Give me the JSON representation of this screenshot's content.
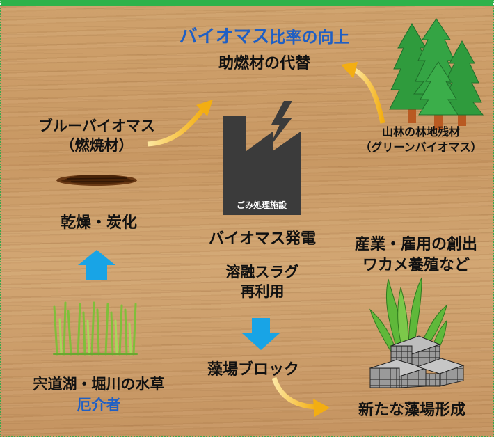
{
  "top": {
    "biomass_ratio_highlight": "バイオマス",
    "biomass_ratio_rest": "比率の向上",
    "coal_substitute": "助燃材の代替"
  },
  "blue_biomass": {
    "line1": "ブルーバイオマス",
    "line2": "（燃焼材）"
  },
  "drying": "乾燥・炭化",
  "waterweed": {
    "line1": "宍道湖・堀川の水草",
    "line2": "厄介者"
  },
  "facility": {
    "sign": "ごみ処理施設",
    "power": "バイオマス発電"
  },
  "slag": {
    "line1": "溶融スラグ",
    "line2": "再利用"
  },
  "seaweed_block": "藻場ブロック",
  "new_seaweed_bed": "新たな藻場形成",
  "forest": {
    "line1": "山林の林地残材",
    "line2": "（グリーンバイオマス）"
  },
  "industry": {
    "line1": "産業・雇用の創出",
    "line2": "ワカメ養殖など"
  },
  "colors": {
    "frame_green": "#2eb24a",
    "wood": "#c89863",
    "highlight_blue": "#1f5fc4",
    "arrow_yellow": "#f6b81a",
    "arrow_blue": "#18a4e6",
    "factory": "#3b3b3b",
    "tree_green": "#2f9b3d",
    "trunk": "#b95a22"
  },
  "icons": [
    "factory-icon",
    "lightning-icon",
    "tree-icon",
    "reed-icon",
    "seaweed-icon",
    "concrete-block-icon",
    "charcoal-pile-icon"
  ]
}
